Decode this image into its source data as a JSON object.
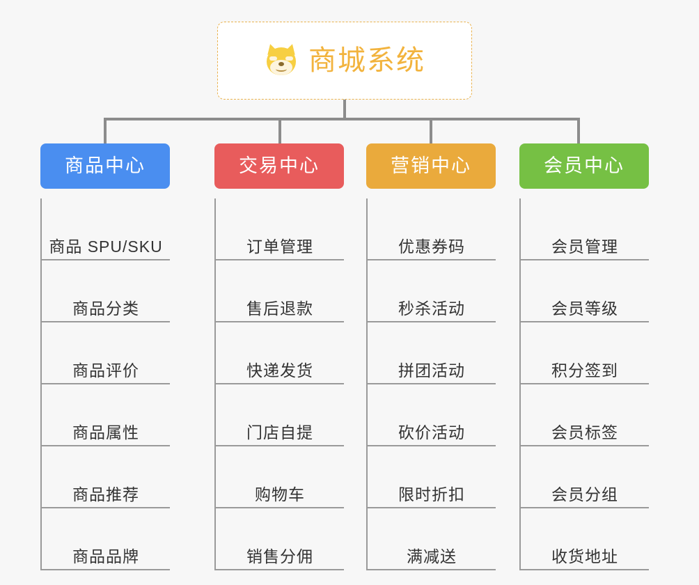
{
  "root": {
    "title": "商城系统",
    "icon": "dog-face-icon",
    "border_color": "#e9b14c",
    "title_color": "#f2b33d",
    "background": "#ffffff"
  },
  "canvas": {
    "background": "#f7f7f7",
    "connector_color": "#8c8c8c",
    "leaf_line_color": "#9a9a9a",
    "leaf_text_color": "#333333"
  },
  "columns": [
    {
      "id": "product-center",
      "label": "商品中心",
      "color": "#4a8ef0",
      "items": [
        "商品 SPU/SKU",
        "商品分类",
        "商品评价",
        "商品属性",
        "商品推荐",
        "商品品牌"
      ]
    },
    {
      "id": "trade-center",
      "label": "交易中心",
      "color": "#e85c5c",
      "items": [
        "订单管理",
        "售后退款",
        "快递发货",
        "门店自提",
        "购物车",
        "销售分佣"
      ]
    },
    {
      "id": "marketing-center",
      "label": "营销中心",
      "color": "#eaaa3c",
      "items": [
        "优惠券码",
        "秒杀活动",
        "拼团活动",
        "砍价活动",
        "限时折扣",
        "满减送"
      ]
    },
    {
      "id": "member-center",
      "label": "会员中心",
      "color": "#76c044",
      "items": [
        "会员管理",
        "会员等级",
        "积分签到",
        "会员标签",
        "会员分组",
        "收货地址"
      ]
    }
  ]
}
